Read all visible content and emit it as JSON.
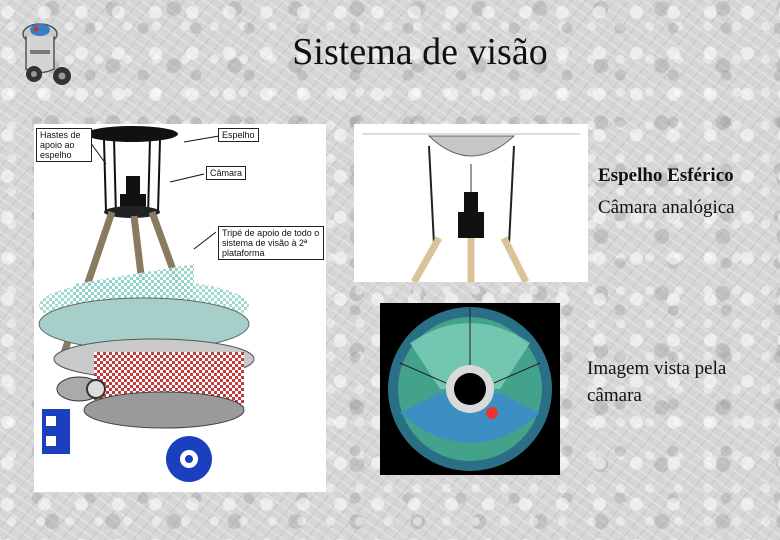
{
  "slide": {
    "title": "Sistema de visão"
  },
  "diagram": {
    "label_hastes": "Hastes de apoio ao espelho",
    "label_espelho": "Espelho",
    "label_camara": "Câmara",
    "label_tripe": "Tripé de apoio de todo o sistema de visão à 2ª plataforma"
  },
  "captions": {
    "mirror": "Espelho Esférico",
    "camera": "Câmara analógica",
    "image_view_line1": "Imagem vista pela",
    "image_view_line2": "câmara"
  }
}
